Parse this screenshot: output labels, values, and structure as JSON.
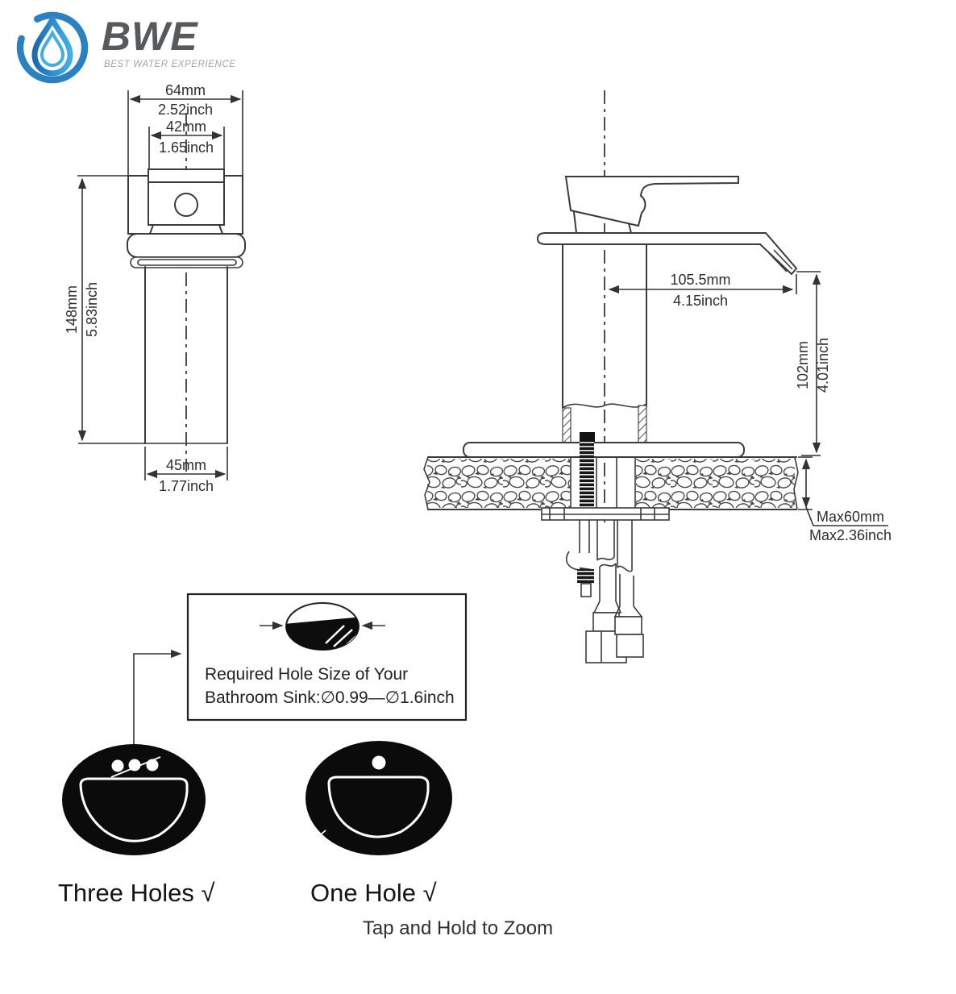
{
  "brand": {
    "name": "BWE",
    "tagline": "BEST WATER EXPERIENCE"
  },
  "colors": {
    "line": "#3a3a3a",
    "logo_ring": "#2b80bf",
    "logo_drop_dark": "#1c6aad",
    "logo_drop_light": "#3fb0e8",
    "brand_text": "#58595b",
    "tagline_text": "#a3a3a3",
    "sink_fill": "#0b0b0b"
  },
  "front_view": {
    "width_top": {
      "mm": "64mm",
      "inch": "2.52inch"
    },
    "width_spout": {
      "mm": "42mm",
      "inch": "1.65inch"
    },
    "height": {
      "mm": "148mm",
      "inch": "5.83inch"
    },
    "width_body": {
      "mm": "45mm",
      "inch": "1.77inch"
    }
  },
  "side_view": {
    "spout_reach": {
      "mm": "105.5mm",
      "inch": "4.15inch"
    },
    "spout_height": {
      "mm": "102mm",
      "inch": "4.01inch"
    },
    "max_deck_thickness": {
      "mm": "Max60mm",
      "inch": "Max2.36inch"
    }
  },
  "hole_size_note": {
    "line1": "Required Hole Size of Your",
    "line2": "Bathroom Sink:∅0.99—∅1.6inch"
  },
  "sink_options": {
    "three_holes": "Three Holes √",
    "one_hole": "One Hole √"
  },
  "footer": {
    "zoom_hint": "Tap and Hold to Zoom"
  }
}
